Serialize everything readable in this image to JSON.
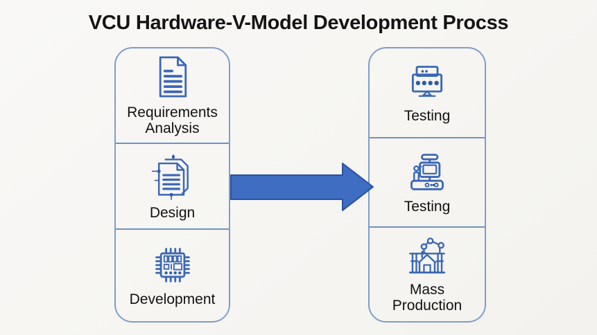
{
  "title": "VCU Hardware-V-Model Development Procss",
  "colors": {
    "background": "#f6f5f2",
    "box_border": "#7f9dca",
    "divider": "#6e92c4",
    "icon_blue": "#3a67b5",
    "icon_blue_dark": "#2b5cad",
    "arrow_fill": "#3e6dc1",
    "arrow_stroke": "#2a539f",
    "text": "#141414"
  },
  "left_column": {
    "items": [
      {
        "label": "Requirements\nAnalysis",
        "icon": "document-icon"
      },
      {
        "label": "Design",
        "icon": "design-documents-icon"
      },
      {
        "label": "Development",
        "icon": "microchip-icon"
      }
    ]
  },
  "right_column": {
    "items": [
      {
        "label": "Testing",
        "icon": "test-panel-icon"
      },
      {
        "label": "Testing",
        "icon": "test-station-icon"
      },
      {
        "label": "Mass\nProduction",
        "icon": "factory-icon"
      }
    ]
  },
  "arrow": {
    "direction": "right"
  }
}
